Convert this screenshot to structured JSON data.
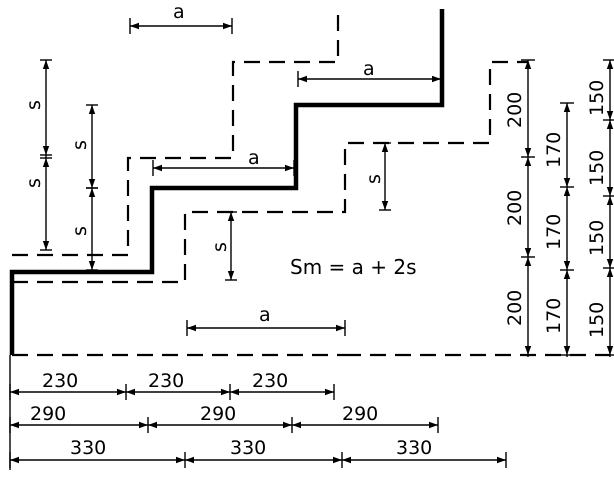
{
  "diagram": {
    "formula": "Sm = a + 2s",
    "riser_symbol": "s",
    "tread_symbol": "a",
    "riser_series_200": [
      "200",
      "200",
      "200"
    ],
    "riser_series_170": [
      "170",
      "170",
      "170"
    ],
    "riser_series_150": [
      "150",
      "150",
      "150",
      "150"
    ],
    "tread_series_230": [
      "230",
      "230",
      "230"
    ],
    "tread_series_290": [
      "290",
      "290",
      "290"
    ],
    "tread_series_330": [
      "330",
      "330",
      "330"
    ]
  }
}
